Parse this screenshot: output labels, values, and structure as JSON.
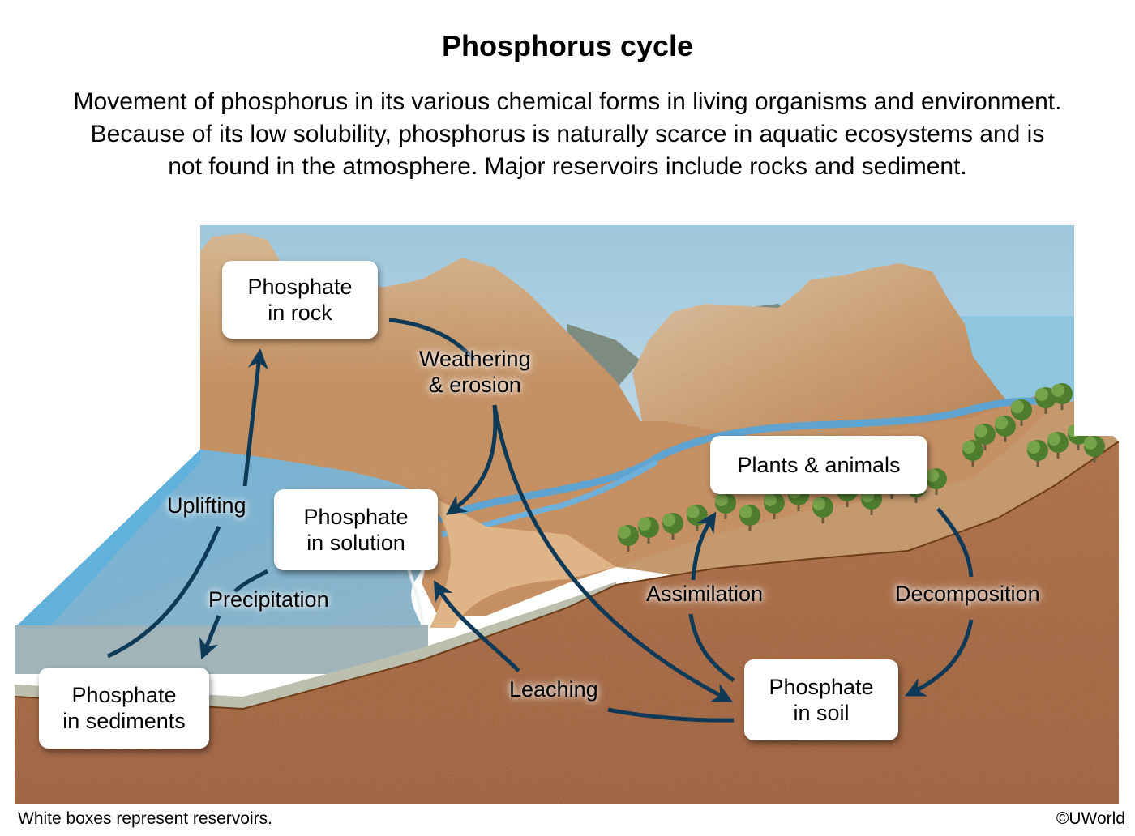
{
  "header": {
    "title": "Phosphorus cycle",
    "description_lines": [
      "Movement of phosphorus in its various chemical forms in living organisms and environment.",
      "Because of its low solubility, phosphorus is naturally scarce in aquatic ecosystems and is",
      "not found in the atmosphere. Major reservoirs include rocks and sediment."
    ]
  },
  "reservoirs": {
    "rock": {
      "line1": "Phosphate",
      "line2": "in rock"
    },
    "solution": {
      "line1": "Phosphate",
      "line2": "in solution"
    },
    "sediments": {
      "line1": "Phosphate",
      "line2": "in sediments"
    },
    "soil": {
      "line1": "Phosphate",
      "line2": "in soil"
    },
    "plants": {
      "line1": "Plants & animals"
    }
  },
  "processes": {
    "weathering": {
      "line1": "Weathering",
      "line2": "& erosion"
    },
    "uplifting": "Uplifting",
    "precipitation": "Precipitation",
    "leaching": "Leaching",
    "assimilation": "Assimilation",
    "decomposition": "Decomposition"
  },
  "colors": {
    "arrow": "#0f3a57",
    "soil": "#a9612c",
    "water": "#5aa9d6",
    "sky": "#a9cfe2"
  },
  "footer": {
    "note": "White boxes represent reservoirs.",
    "copyright": "©UWorld"
  }
}
